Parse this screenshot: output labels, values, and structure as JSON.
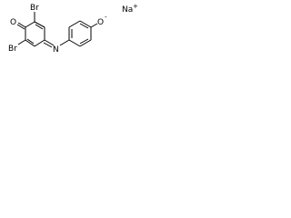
{
  "structure": {
    "atoms": {
      "br_top": "Br",
      "oxygen_keto": "O",
      "br_bottom": "Br",
      "nitrogen": "N",
      "oxygen_anion": "O",
      "anion_charge": "-",
      "sodium": "Na",
      "sodium_charge": "+"
    }
  }
}
